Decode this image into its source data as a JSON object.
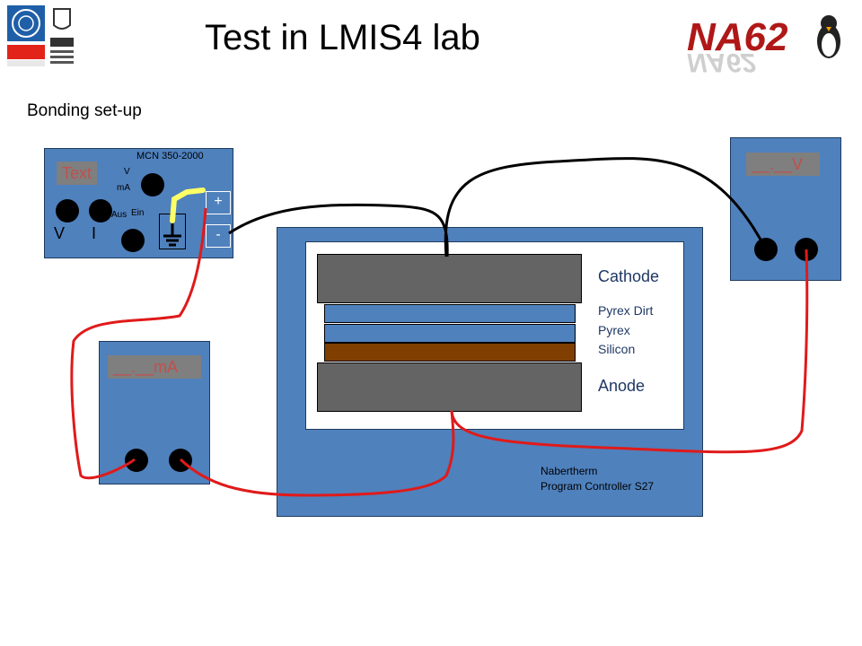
{
  "header": {
    "title": "Test in LMIS4 lab",
    "logo_left": "CERN / EPFL / UCL Université catholique de Louvain",
    "logo_right": "NA62 P326"
  },
  "subtitle": "Bonding set-up",
  "power_supply": {
    "model": "MCN 350-2000",
    "display": "Text",
    "range_v": "V",
    "range_ma": "mA",
    "switch_off": "Aus",
    "switch_on": "Ein",
    "meter_v": "V",
    "meter_i": "I",
    "plus": "+",
    "minus": "-"
  },
  "ammeter": {
    "display": "__.__mA"
  },
  "voltmeter": {
    "display": "__.__V"
  },
  "oven": {
    "brand": "Nabertherm",
    "controller": "Program Controller S27",
    "layers": {
      "cathode": "Cathode",
      "pyrex_dirt": "Pyrex Dirt",
      "pyrex": "Pyrex",
      "silicon": "Silicon",
      "anode": "Anode"
    }
  },
  "colors": {
    "panel": "#4f81bd",
    "electrode": "#646464",
    "pyrex": "#4f81bd",
    "silicon": "#7f3f00",
    "wire_red": "#e01a1a",
    "wire_black": "#000000",
    "wire_yellow": "#ffff66",
    "display_text": "#c0504d"
  }
}
